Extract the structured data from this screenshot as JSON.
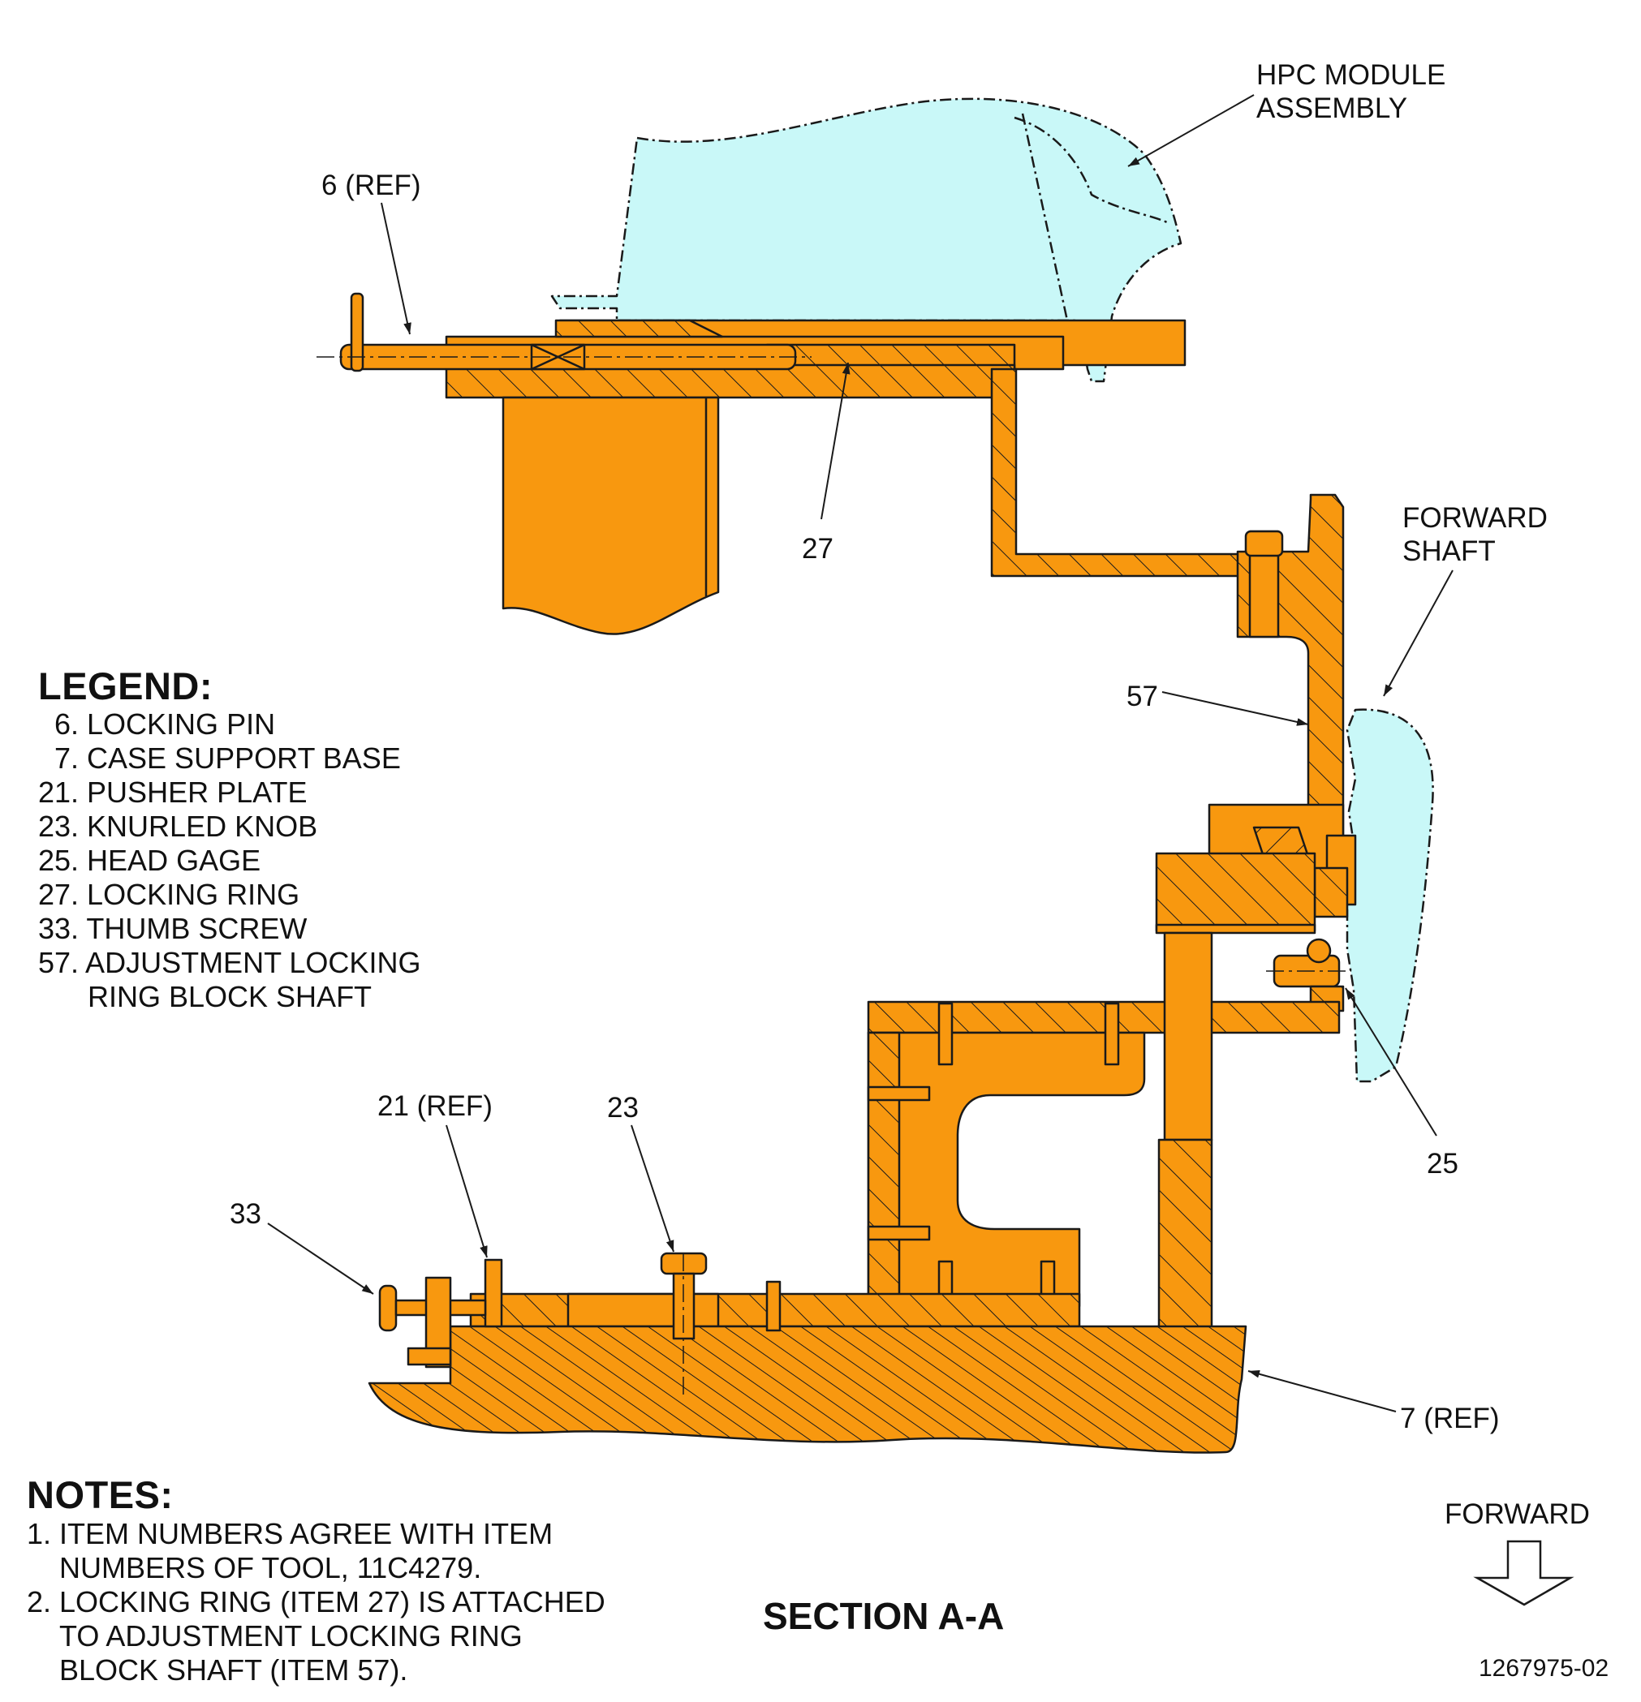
{
  "callouts": {
    "hpc_module": [
      "HPC MODULE",
      "ASSEMBLY"
    ],
    "ref6": "6 (REF)",
    "item27": "27",
    "forward_shaft": [
      "FORWARD",
      "SHAFT"
    ],
    "item57": "57",
    "item25": "25",
    "ref21": "21 (REF)",
    "item23": "23",
    "item33": "33",
    "ref7": "7 (REF)",
    "forward": "FORWARD"
  },
  "legend": {
    "title": "LEGEND:",
    "items": [
      "6. LOCKING PIN",
      "7. CASE SUPPORT BASE",
      "21. PUSHER PLATE",
      "23. KNURLED KNOB",
      "25. HEAD GAGE",
      "27. LOCKING RING",
      "33. THUMB SCREW",
      "57. ADJUSTMENT LOCKING",
      "RING BLOCK SHAFT"
    ]
  },
  "notes": {
    "title": "NOTES:",
    "lines": [
      "1. ITEM NUMBERS AGREE WITH ITEM",
      "NUMBERS OF TOOL, 11C4279.",
      "2. LOCKING RING (ITEM 27) IS ATTACHED",
      "TO ADJUSTMENT LOCKING RING",
      "BLOCK SHAFT (ITEM 57)."
    ]
  },
  "section_title": "SECTION A-A",
  "figure_number": "1267975-02",
  "colors": {
    "part_fill": "#f8980f",
    "module_fill": "#c9f8f8",
    "outline": "#1a1a1a"
  }
}
